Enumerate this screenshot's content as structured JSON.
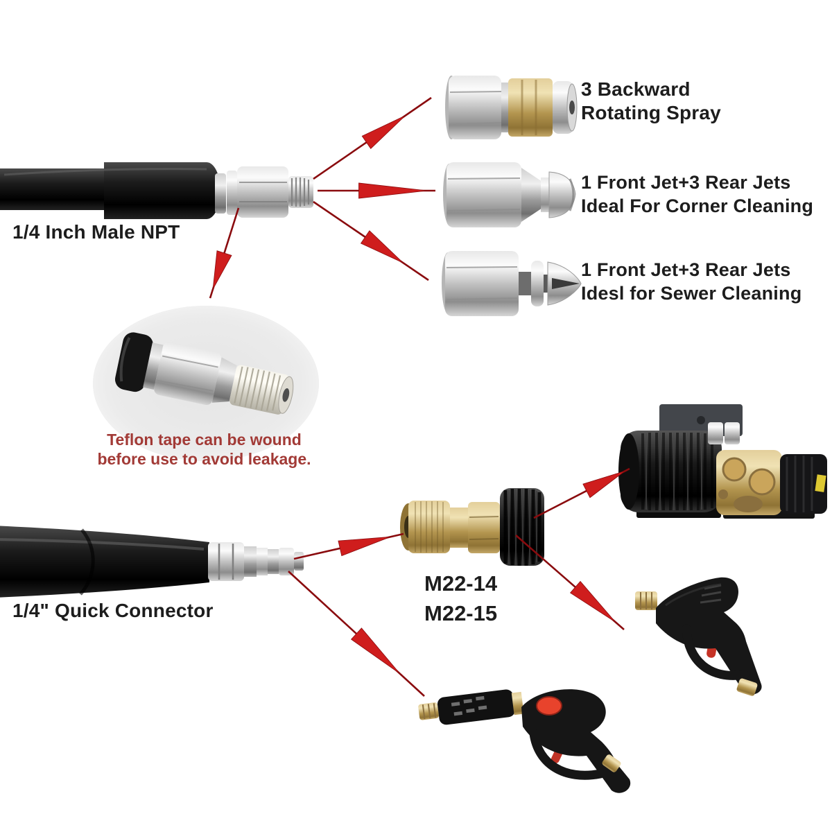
{
  "colors": {
    "background": "#ffffff",
    "arrow_line": "#8a0b0e",
    "arrow_head": "#cf1d1d",
    "label_text": "#1d1d1d",
    "note_text": "#a23a36",
    "brass": "#c2a257",
    "steel": "#c9c9c9",
    "hose_black": "#0f0f0f",
    "circle_bg": "#ebebeb"
  },
  "labels": {
    "male_npt": "1/4 Inch Male NPT",
    "quick_connector": "1/4\" Quick Connector",
    "m22_line1": "M22-14",
    "m22_line2": "M22-15",
    "teflon_line1": "Teflon tape can be wound",
    "teflon_line2": "before use to avoid leakage."
  },
  "nozzles": [
    {
      "label_line1": "3 Backward",
      "label_line2": "Rotating Spray"
    },
    {
      "label_line1": "1 Front Jet+3 Rear Jets",
      "label_line2": "Ideal For Corner Cleaning"
    },
    {
      "label_line1": "1 Front Jet+3 Rear Jets",
      "label_line2": "Idesl for Sewer Cleaning"
    }
  ]
}
